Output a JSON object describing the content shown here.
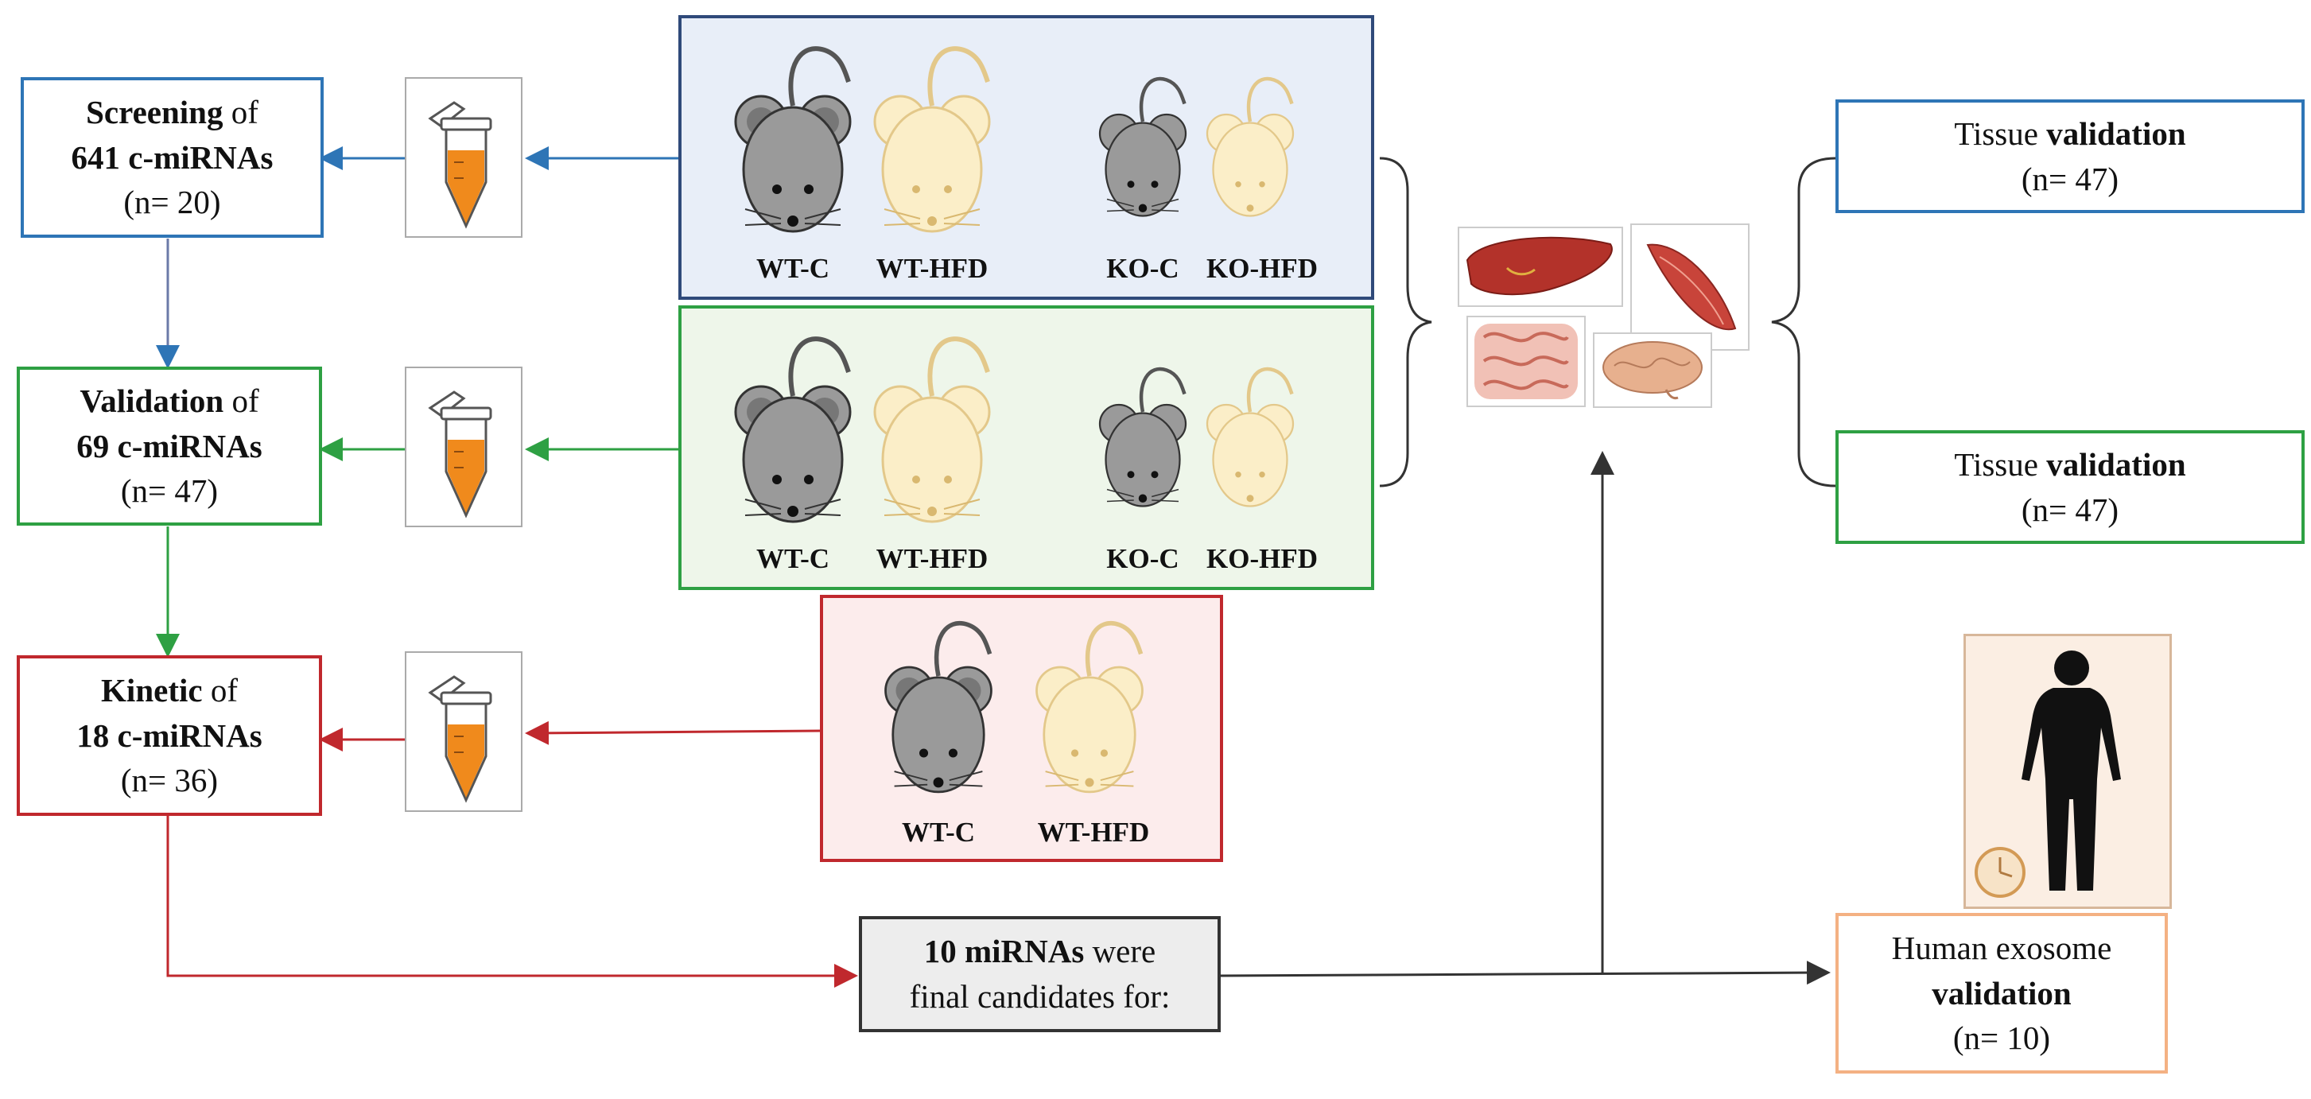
{
  "stages": {
    "screening": {
      "bold": "Screening",
      "rest": " of",
      "line2": "641 c-miRNAs",
      "n": "(n= 20)"
    },
    "validation": {
      "bold": "Validation",
      "rest": " of",
      "line2": "69 c-miRNAs",
      "n": "(n= 47)"
    },
    "kinetic": {
      "bold": "Kinetic",
      "rest": " of",
      "line2": "18 c-miRNAs",
      "n": "(n= 36)"
    }
  },
  "panels": {
    "blue": {
      "labels": [
        "WT-C",
        "WT-HFD",
        "KO-C",
        "KO-HFD"
      ]
    },
    "green": {
      "labels": [
        "WT-C",
        "WT-HFD",
        "KO-C",
        "KO-HFD"
      ]
    },
    "red": {
      "labels": [
        "WT-C",
        "WT-HFD"
      ]
    }
  },
  "final": {
    "bold": "10 miRNAs",
    "rest": " were",
    "line2": "final candidates for:"
  },
  "tissue_blue": {
    "pre": "Tissue ",
    "bold": "validation",
    "n": "(n= 47)"
  },
  "tissue_green": {
    "pre": "Tissue ",
    "bold": "validation",
    "n": "(n= 47)"
  },
  "human": {
    "line1": "Human exosome",
    "bold": "validation",
    "n": "(n= 10)"
  },
  "colors": {
    "blue": "#2e75b6",
    "green": "#2ea043",
    "red": "#c0282d",
    "peach": "#f4b183",
    "gray_mouse": "#9a9a9a",
    "cream_mouse": "#fbeec8",
    "tube_fill": "#f08a1c"
  },
  "icons": [
    "tube-icon",
    "gray-mouse-icon",
    "cream-mouse-icon",
    "liver-icon",
    "muscle-icon",
    "intestine-icon",
    "brain-icon",
    "human-silhouette-icon",
    "clock-icon"
  ]
}
